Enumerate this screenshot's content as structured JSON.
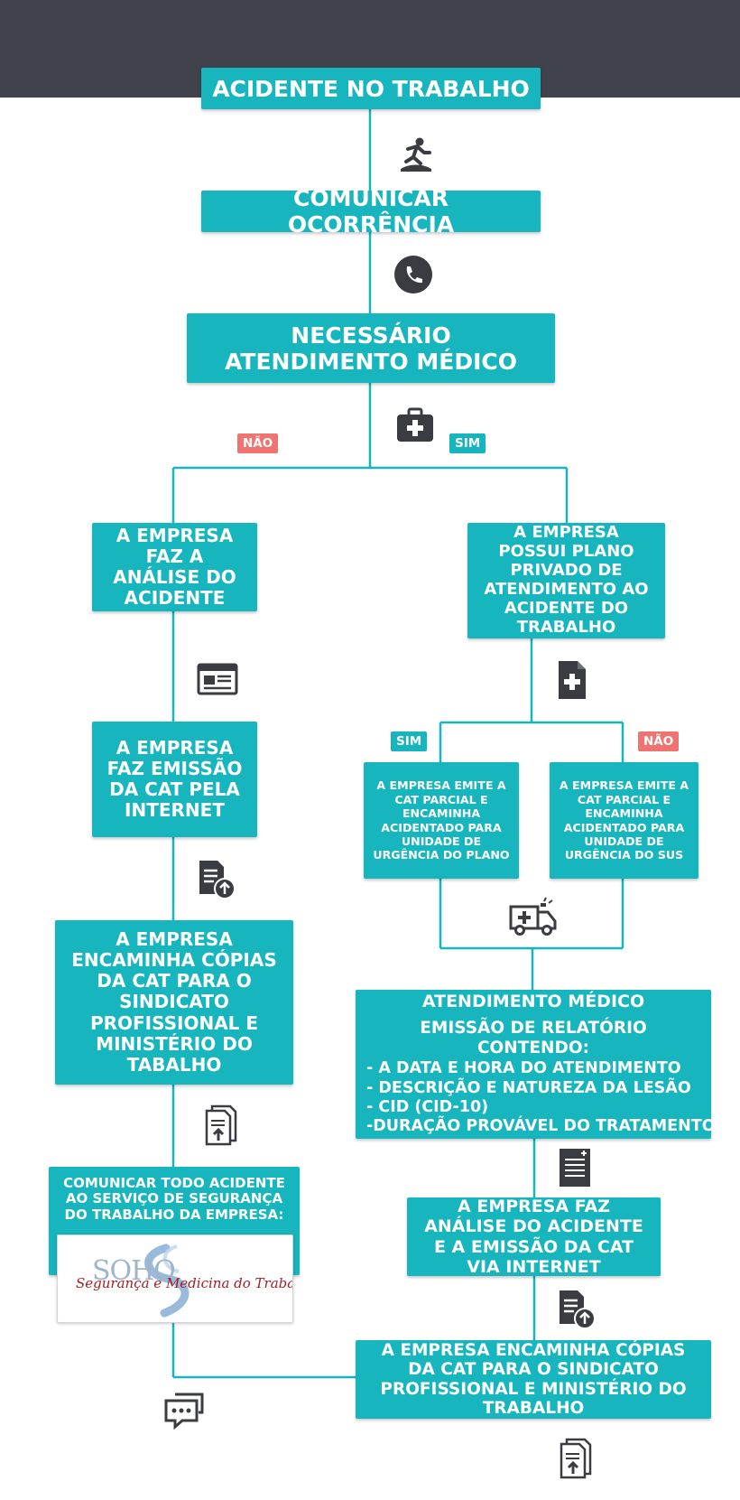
{
  "colors": {
    "teal": "#17b5bd",
    "dark": "#41434c",
    "no_badge": "#ef7370",
    "icon": "#3a3c42"
  },
  "boxes": {
    "accident": "ACIDENTE NO TRABALHO",
    "communicate": "COMUNICAR OCORRÊNCIA",
    "medical_needed": "NECESSÁRIO ATENDIMENTO MÉDICO",
    "company_analysis": "A EMPRESA FAZ A ANÁLISE DO ACIDENTE",
    "private_plan": "A EMPRESA POSSUI PLANO PRIVADO DE ATENDIMENTO AO ACIDENTE DO TRABALHO",
    "cat_internet": "A EMPRESA FAZ EMISSÃO DA CAT PELA INTERNET",
    "partial_plan": "A EMPRESA EMITE A CAT PARCIAL E ENCAMINHA ACIDENTADO PARA UNIDADE DE URGÊNCIA DO PLANO",
    "partial_sus": "A EMPRESA EMITE A CAT PARCIAL E ENCAMINHA ACIDENTADO PARA UNIDADE DE URGÊNCIA DO SUS",
    "copies_left": "A EMPRESA ENCAMINHA CÓPIAS DA CAT PARA O SINDICATO PROFISSIONAL E MINISTÉRIO DO TABALHO",
    "medical_title": "ATENDIMENTO MÉDICO",
    "report_title": "EMISSÃO DE RELATÓRIO CONTENDO:",
    "report_items": [
      "- A DATA E HORA DO ATENDIMENTO",
      "- DESCRIÇÃO E NATUREZA DA LESÃO",
      "- CID (CID-10)",
      "-DURAÇÃO PROVÁVEL DO TRATAMENTO"
    ],
    "communicate_all": "COMUNICAR TODO ACIDENTE AO SERVIÇO DE SEGURANÇA DO TRABALHO DA EMPRESA:",
    "analysis_cat_right": "A EMPRESA FAZ ANÁLISE DO ACIDENTE E A EMISSÃO DA CAT VIA INTERNET",
    "copies_right": "A EMPRESA ENCAMINHA CÓPIAS DA CAT PARA O SINDICATO PROFISSIONAL E MINISTÉRIO DO TRABALHO"
  },
  "badges": {
    "no_1": "NÃO",
    "yes_1": "SIM",
    "yes_2": "SIM",
    "no_2": "NÃO"
  },
  "logo": {
    "letters": "SOHO",
    "tagline": "Segurança e Medicina do Trabalho"
  },
  "icons": [
    "fall-icon",
    "phone-icon",
    "medical-kit-icon",
    "web-page-icon",
    "medical-document-icon",
    "document-upload-icon",
    "ambulance-icon",
    "documents-upload-icon",
    "notepad-icon",
    "document-upload-icon",
    "chat-icon",
    "documents-upload-icon"
  ]
}
